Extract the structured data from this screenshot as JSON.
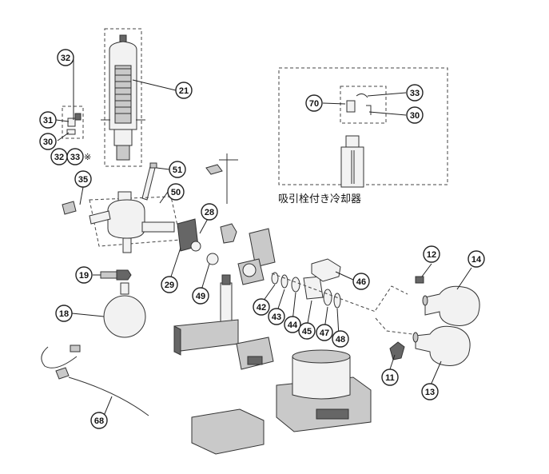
{
  "callouts": [
    "32",
    "31",
    "30",
    "32",
    "33",
    "21",
    "51",
    "35",
    "50",
    "28",
    "29",
    "49",
    "19",
    "18",
    "68",
    "70",
    "33",
    "30",
    "12",
    "14",
    "46",
    "42",
    "43",
    "44",
    "45",
    "47",
    "48",
    "11",
    "13"
  ],
  "note_mark": "※",
  "inset_caption": "吸引栓付き冷却器"
}
